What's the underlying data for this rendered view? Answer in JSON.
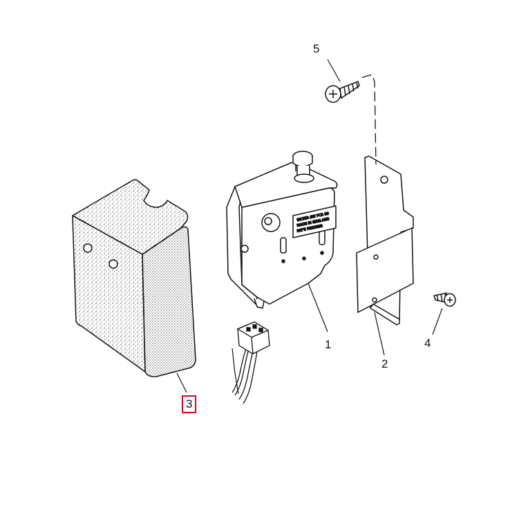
{
  "callouts": [
    {
      "id": "1",
      "text": "1",
      "highlighted": false
    },
    {
      "id": "2",
      "text": "2",
      "highlighted": false
    },
    {
      "id": "3",
      "text": "3",
      "highlighted": true
    },
    {
      "id": "4",
      "text": "4",
      "highlighted": false
    },
    {
      "id": "5",
      "text": "5",
      "highlighted": false
    }
  ],
  "colors": {
    "line": "#111111",
    "highlight": "#e0001b",
    "background": "#ffffff"
  },
  "icons": {
    "part1": "actuator-motor-icon",
    "part2": "mounting-bracket-icon",
    "part3": "cover-housing-icon",
    "part4": "self-tapping-screw-icon",
    "part5": "pan-head-screw-icon",
    "connector": "wire-connector-icon"
  }
}
